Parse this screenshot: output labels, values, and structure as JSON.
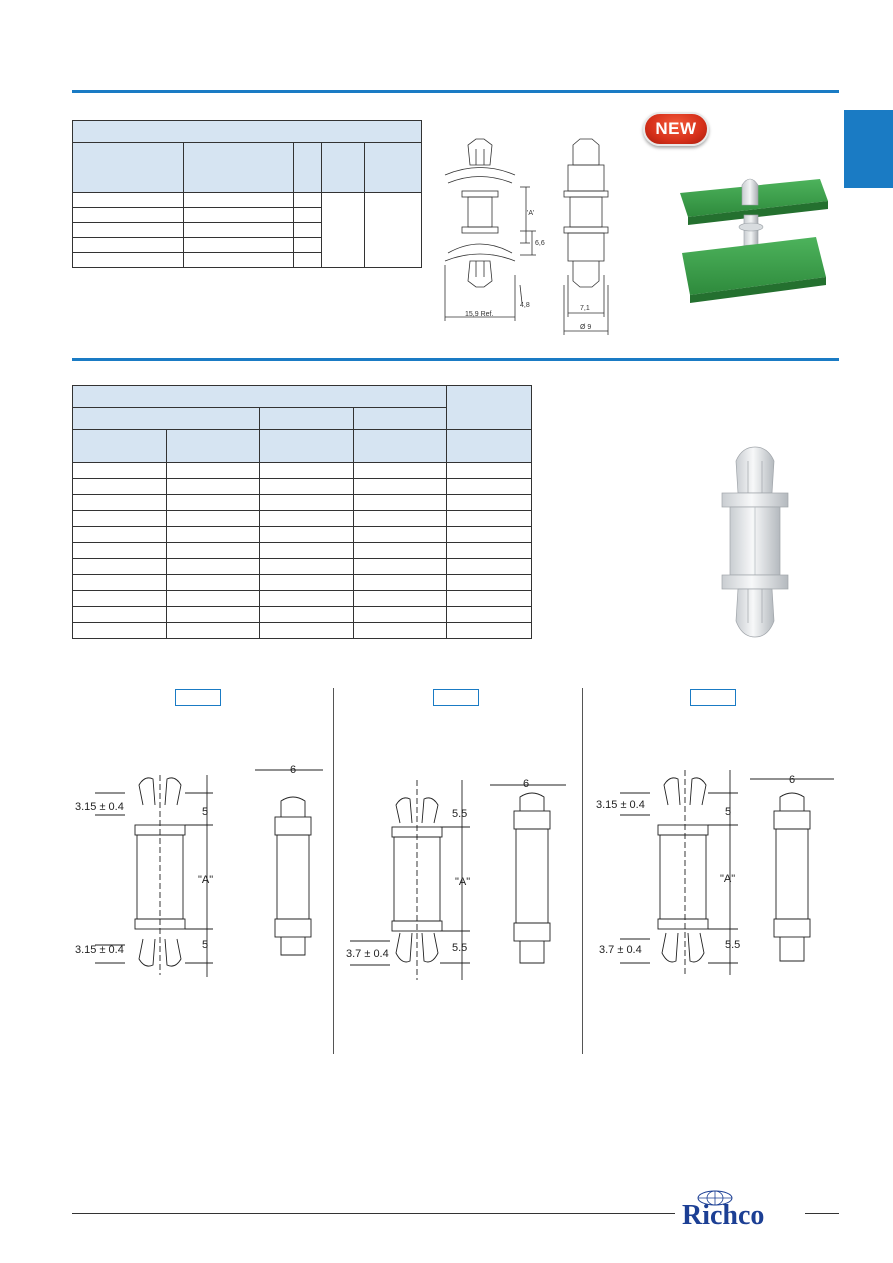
{
  "top_drawing": {
    "dim_a": "'A'",
    "dim_66": "6,6",
    "dim_48": "4,8",
    "dim_159": "15,9 Ref.",
    "dim_71": "7,1",
    "dim_d9": "Ø 9"
  },
  "badge": {
    "label": "NEW"
  },
  "drawings": [
    {
      "top_dim": "3.15 ± 0.4",
      "top_h": "5",
      "mid": "\"A\"",
      "bot_dim": "3.15 ± 0.4",
      "bot_h": "5",
      "width": "6"
    },
    {
      "top_h": "5.5",
      "mid": "\"A\"",
      "bot_dim": "3.7 ± 0.4",
      "bot_h": "5.5",
      "width": "6"
    },
    {
      "top_dim": "3.15 ± 0.4",
      "top_h": "5",
      "mid": "\"A\"",
      "bot_dim": "3.7 ± 0.4",
      "bot_h": "5.5",
      "width": "6"
    }
  ],
  "logo": {
    "brand": "Richco"
  },
  "colors": {
    "accent": "#1a7bc4",
    "header_fill": "#d6e4f2",
    "badge": "#d6301a",
    "board": "#3a9a4a",
    "logo": "#1c3f94"
  }
}
